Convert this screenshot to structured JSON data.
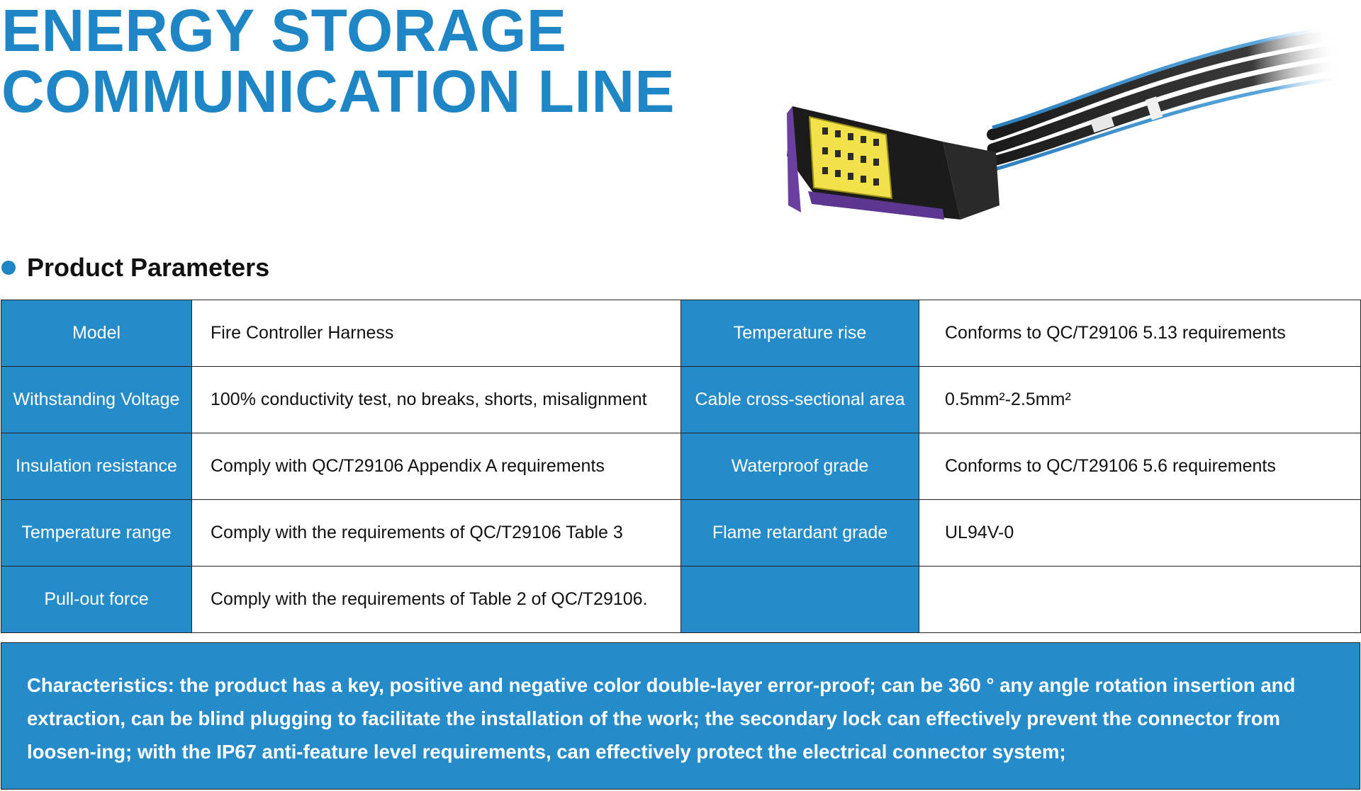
{
  "header": {
    "title_line1": "ENERGY STORAGE",
    "title_line2": "COMMUNICATION LINE"
  },
  "section": {
    "title": "Product Parameters"
  },
  "colors": {
    "accent": "#1f86c5",
    "label_cell": "#268bc9"
  },
  "params": {
    "rows": [
      {
        "label1": "Model",
        "value1": "Fire Controller Harness",
        "label2": "Temperature rise",
        "value2": "Conforms to QC/T29106 5.13 requirements"
      },
      {
        "label1": "Withstanding Voltage",
        "value1": "100% conductivity test, no breaks, shorts, misalignment",
        "label2": "Cable cross-sectional area",
        "value2": "0.5mm²-2.5mm²"
      },
      {
        "label1": "Insulation resistance",
        "value1": "Comply with QC/T29106 Appendix A requirements",
        "label2": "Waterproof grade",
        "value2": "Conforms to QC/T29106 5.6 requirements"
      },
      {
        "label1": "Temperature range",
        "value1": "Comply with the requirements of QC/T29106 Table 3",
        "label2": "Flame retardant grade",
        "value2": "UL94V-0"
      },
      {
        "label1": "Pull-out force",
        "value1": "Comply with the requirements of Table 2 of QC/T29106.",
        "label2": "",
        "value2": ""
      }
    ]
  },
  "characteristics": {
    "text": "Characteristics: the product has a key, positive and negative color double-layer error-proof; can be 360 ° any angle rotation insertion and extraction, can be blind plugging to facilitate the installation of the work; the secondary lock can effectively prevent the connector from loosen-ing; with the IP67 anti-feature level requirements, can effectively protect the electrical connector system;"
  },
  "product_image": {
    "icon": "connector-harness-image"
  }
}
